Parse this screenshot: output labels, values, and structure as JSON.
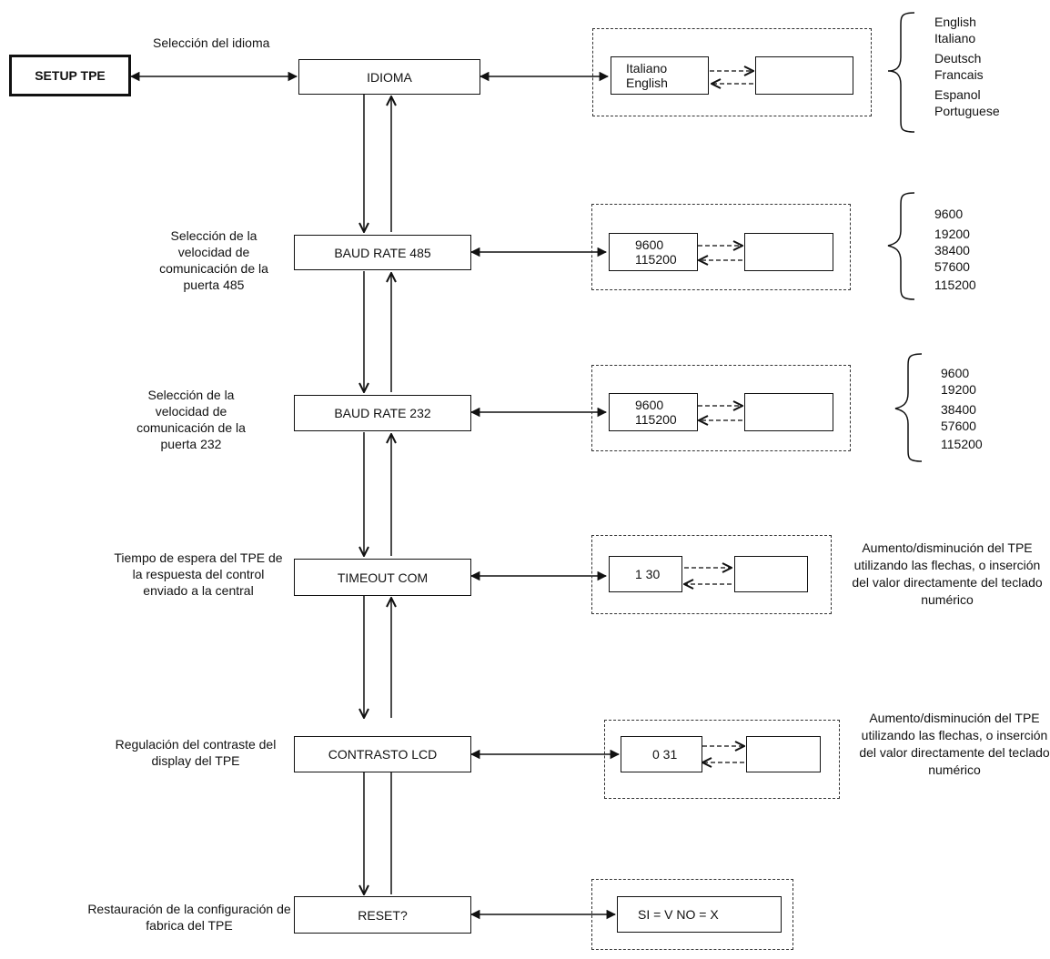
{
  "setup_label": "SETUP TPE",
  "steps": [
    {
      "menu": "IDIOMA",
      "description": "Selección del idioma",
      "value": "Italiano  English",
      "options": [
        "English",
        "Italiano",
        "Deutsch",
        "Francais",
        "Espanol",
        "Portuguese"
      ]
    },
    {
      "menu": "BAUD RATE 485",
      "description": "Selección de la velocidad de comunicación de la puerta 485",
      "value": "9600  115200",
      "options": [
        "9600",
        "19200",
        "38400",
        "57600",
        "115200"
      ]
    },
    {
      "menu": "BAUD RATE 232",
      "description": "Selección de la velocidad de comunicación de la puerta 232",
      "value": "9600  115200",
      "options": [
        "9600",
        "19200",
        "38400",
        "57600",
        "115200"
      ]
    },
    {
      "menu": "TIMEOUT COM",
      "description": "Tiempo de espera del TPE de la respuesta del control enviado a la central",
      "value": "1  30",
      "note": "Aumento/disminución del TPE utilizando las flechas, o inserción del valor directamente del teclado numérico"
    },
    {
      "menu": "CONTRASTO LCD",
      "description": "Regulación del contraste del display del TPE",
      "value": "0  31",
      "note": "Aumento/disminución del TPE utilizando las flechas, o inserción del valor directamente del teclado numérico"
    },
    {
      "menu": "RESET?",
      "description": "Restauración de la configuración de fabrica del TPE",
      "value": "SI = V  NO = X"
    }
  ]
}
